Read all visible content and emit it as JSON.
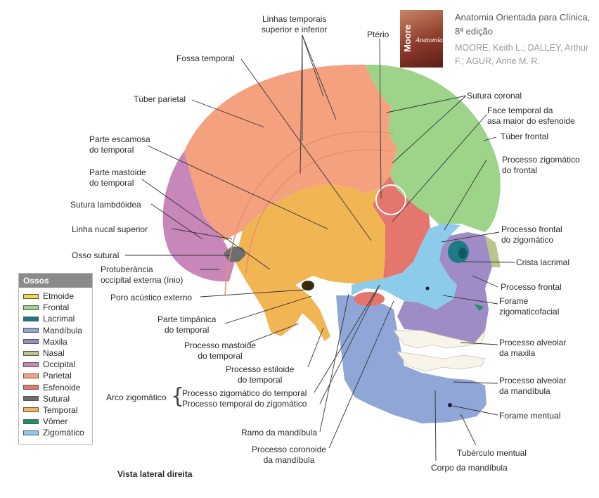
{
  "book": {
    "title": "Anatomia Orientada para Clínica, 8ª edição",
    "authors": "MOORE, Keith L.; DALLEY, Arthur F.; AGUR, Anne M. R.",
    "cover_author": "Moore",
    "cover_brand": "Anatomia"
  },
  "view_caption": "Vista lateral direita",
  "legend": {
    "title": "Ossos",
    "items": [
      {
        "label": "Etmoide",
        "color": "#f2d64a"
      },
      {
        "label": "Frontal",
        "color": "#9ed48a"
      },
      {
        "label": "Lacrimal",
        "color": "#1f7a86"
      },
      {
        "label": "Mandíbula",
        "color": "#8fa6d6"
      },
      {
        "label": "Maxila",
        "color": "#9f8cc6"
      },
      {
        "label": "Nasal",
        "color": "#b9c58d"
      },
      {
        "label": "Occipital",
        "color": "#c887b9"
      },
      {
        "label": "Parietal",
        "color": "#f3a17f"
      },
      {
        "label": "Esfenoide",
        "color": "#e4766e"
      },
      {
        "label": "Sutural",
        "color": "#6e6e6e"
      },
      {
        "label": "Temporal",
        "color": "#f2b554"
      },
      {
        "label": "Vômer",
        "color": "#1e8f6d"
      },
      {
        "label": "Zigomático",
        "color": "#8ccbe9"
      }
    ]
  },
  "labels": {
    "linhas_temporais": "Linhas temporais\nsuperior e inferior",
    "pterio": "Ptério",
    "fossa_temporal": "Fossa temporal",
    "tuber_parietal": "Túber parietal",
    "parte_escamosa": "Parte escamosa\ndo temporal",
    "parte_mastoide": "Parte mastoide\ndo temporal",
    "sutura_lambdoidea": "Sutura lambdóidea",
    "linha_nucal": "Linha nucal superior",
    "osso_sutural": "Osso sutural",
    "protuberancia": "Protuberância\noccipital externa (ínio)",
    "poro_acustico": "Poro acústico externo",
    "parte_timpanica": "Parte timpânica\ndo temporal",
    "processo_mastoide": "Processo mastoide\ndo temporal",
    "processo_estiloide": "Processo estiloide\ndo temporal",
    "arco_zigomatico": "Arco zigomático",
    "proc_zig_temporal": "Processo zigomático do temporal",
    "proc_temp_zigomatico": "Processo temporal do zigomático",
    "ramo_mandibula": "Ramo da mandíbula",
    "processo_coronoide": "Processo coronoide\nda mandíbula",
    "corpo_mandibula": "Corpo da mandíbula",
    "tuberculo_mentual": "Tubérculo mentual",
    "forame_mentual": "Forame mentual",
    "proc_alveolar_mandibula": "Processo alveolar\nda mandíbula",
    "proc_alveolar_maxila": "Processo alveolar\nda maxila",
    "forame_zigomaticofacial": "Forame\nzigomaticofacial",
    "processo_frontal": "Processo frontal",
    "crista_lacrimal": "Crista lacrimal",
    "proc_frontal_zigomatico": "Processo frontal\ndo zigomático",
    "proc_zigomatico_frontal": "Processo zigomático\ndo frontal",
    "tuber_frontal": "Túber frontal",
    "face_temporal": "Face temporal da\nasa maior do esfenoide",
    "sutura_coronal": "Sutura coronal"
  }
}
